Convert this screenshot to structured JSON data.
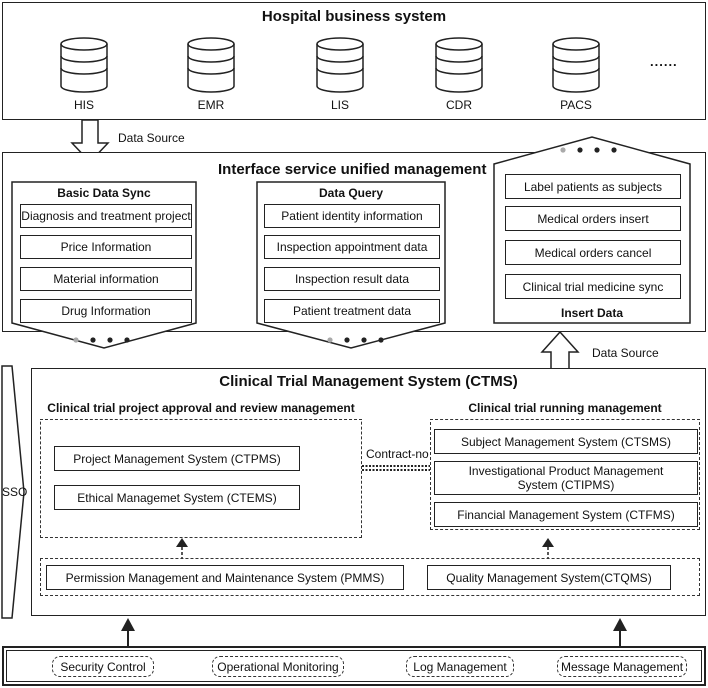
{
  "hospital": {
    "title": "Hospital business system",
    "systems": [
      "HIS",
      "EMR",
      "LIS",
      "CDR",
      "PACS"
    ],
    "more": "......"
  },
  "data_source_top": "Data Source",
  "data_source_bottom": "Data Source",
  "interface": {
    "title": "Interface service unified management",
    "basic": {
      "title": "Basic Data Sync",
      "items": [
        "Diagnosis and treatment project",
        "Price Information",
        "Material information",
        "Drug Information"
      ]
    },
    "query": {
      "title": "Data Query",
      "items": [
        "Patient identity information",
        "Inspection appointment data",
        "Inspection result data",
        "Patient treatment data"
      ]
    },
    "insert": {
      "title": "Insert Data",
      "items": [
        "Label patients as subjects",
        "Medical orders insert",
        "Medical orders cancel",
        "Clinical trial medicine sync"
      ]
    }
  },
  "ctms": {
    "title": "Clinical Trial Management System (CTMS)",
    "approval": {
      "title": "Clinical trial project approval and review management",
      "items": [
        "Project Management System (CTPMS)",
        "Ethical Managemet System (CTEMS)"
      ]
    },
    "running": {
      "title": "Clinical trial running management",
      "items": [
        "Subject Management System (CTSMS)",
        "Investigational Product Management System (CTIPMS)",
        "Financial Management System (CTFMS)"
      ]
    },
    "contract": "Contract-no",
    "pmms": "Permission Management and Maintenance System (PMMS)",
    "qms": "Quality Management System(CTQMS)"
  },
  "sso": "SSO",
  "bottom": [
    "Security Control",
    "Operational Monitoring",
    "Log Management",
    "Message Management"
  ]
}
